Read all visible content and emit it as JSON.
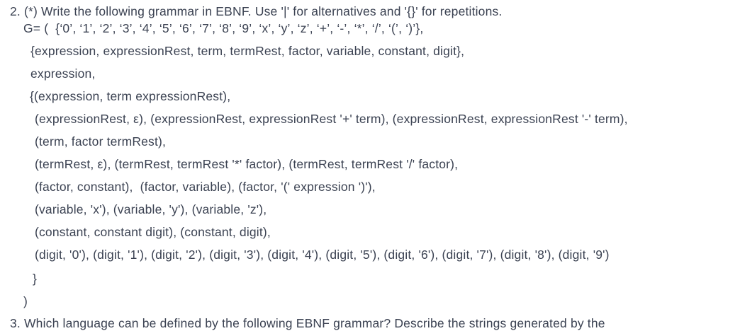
{
  "page": {
    "background_color": "#ffffff",
    "text_color": "#3b4252"
  },
  "exercise": {
    "number": "2.",
    "prompt": "2. (*) Write the following grammar in EBNF. Use '|' for alternatives and '{}' for repetitions."
  },
  "grammar": {
    "header": "G= (  {‘0’, ‘1’, ‘2’, ‘3’, ‘4’, ‘5’, ‘6’, ‘7’, ‘8’, ‘9’, ‘x’, ‘y’, ‘z’, ‘+’, ‘-’, ‘*’, ‘/’, ‘(’, ‘)’},",
    "nonterminals": "{expression, expressionRest, term, termRest, factor, variable, constant, digit},",
    "start_symbol": "expression,",
    "productions": [
      "{(expression, term expressionRest),",
      "(expressionRest, ε), (expressionRest, expressionRest '+' term), (expressionRest, expressionRest '-' term),",
      "(term, factor termRest),",
      "(termRest, ε), (termRest, termRest '*' factor), (termRest, termRest '/' factor),",
      "(factor, constant),  (factor, variable), (factor, '(' expression ')'),",
      "(variable, 'x'), (variable, 'y'), (variable, 'z'),",
      "(constant, constant digit), (constant, digit),",
      "(digit, '0'), (digit, '1'), (digit, '2'), (digit, '3'), (digit, '4'), (digit, '5'), (digit, '6'), (digit, '7'), (digit, '8'), (digit, '9')"
    ],
    "close_brace": "}",
    "close_paren": ")"
  },
  "next_exercise": {
    "clipped_prompt": "3. Which language can be defined by the following EBNF grammar? Describe the strings generated by the"
  }
}
